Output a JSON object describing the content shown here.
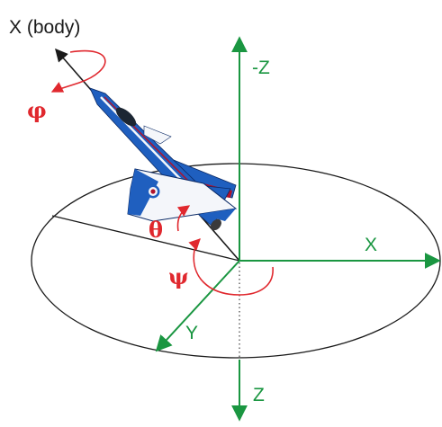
{
  "diagram": {
    "labels": {
      "x_body": "X (body)",
      "neg_z": "-Z",
      "x": "X",
      "y": "Y",
      "z": "Z",
      "phi": "φ",
      "theta": "θ",
      "psi": "ψ"
    },
    "colors": {
      "frame_axes": "#1a9641",
      "angles": "#e0282e",
      "lines": "#1a1a1a",
      "aircraft_blue": "#1f5fbf",
      "aircraft_red": "#b0122b",
      "aircraft_white": "#f4f6fa"
    },
    "icons": [
      "aircraft-icon"
    ]
  }
}
